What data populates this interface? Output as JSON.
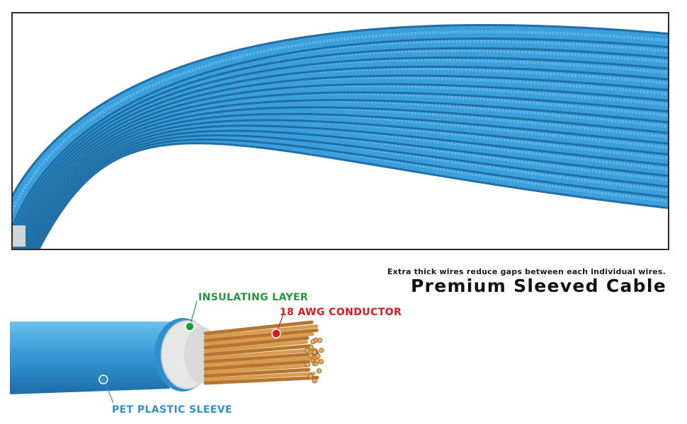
{
  "tagline": "Extra thick wires reduce gaps between each individual wires.",
  "headline": "Premium Sleeved Cable",
  "callouts": {
    "insulating_layer": "INSULATING LAYER",
    "conductor": "18 AWG CONDUCTOR",
    "sleeve": "PET PLASTIC SLEEVE"
  },
  "colors": {
    "sleeve_blue": "#2e8fcc",
    "insulating_green": "#1f9a3a",
    "conductor_red": "#e0161e",
    "sleeve_label_blue": "#2f8fd2",
    "copper": "#c98a3c"
  }
}
